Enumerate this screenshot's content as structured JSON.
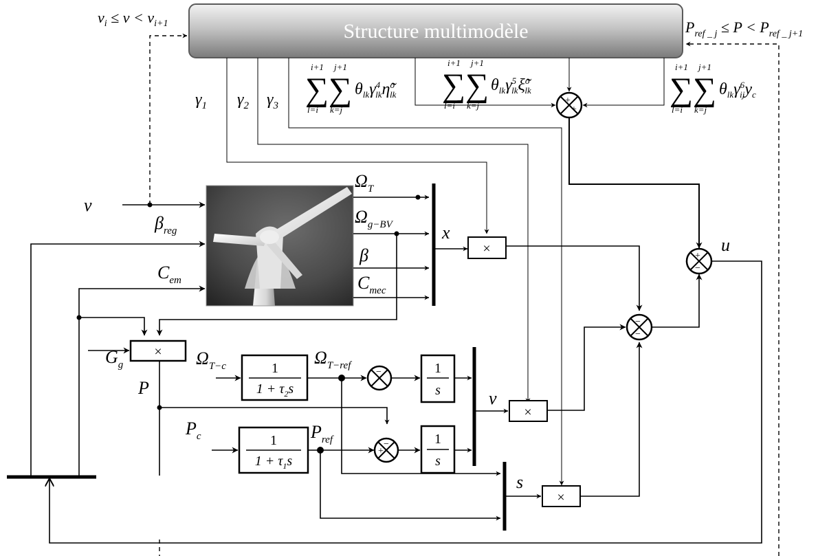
{
  "header": {
    "title": "Structure multimodèle",
    "wind_range_condition": "v_i ≤ v < v_{i+1}",
    "power_range_condition": "P_{ref_j} ≤ P < P_{ref_j+1}"
  },
  "gain_labels": {
    "gamma1": "γ1",
    "gamma2": "γ2",
    "gamma3": "γ3"
  },
  "sum_terms": {
    "term4": "Σ_{l=i}^{i+1} Σ_{k=j}^{j+1} θ_lk γ^4_lk η̃^o_lk",
    "term5": "Σ_{l=i}^{i+1} Σ_{k=j}^{j+1} θ_lk γ^5_lk ξ̃^o_lk",
    "term6": "Σ_{l=i}^{i+1} Σ_{k=j}^{j+1} θ_lk γ^6_ij y_c"
  },
  "inputs": {
    "wind": "v",
    "pitch_reg": "β_reg",
    "torque_em": "C_em",
    "gain_g": "G_g",
    "speed_cmd": "Ω_T−c",
    "power_cmd": "P_c"
  },
  "turbine_outputs": {
    "omega_t": "Ω_T",
    "omega_g_bv": "Ω_g−BV",
    "beta": "β",
    "c_mec": "C_mec"
  },
  "signals": {
    "x": "x",
    "v": "v",
    "s": "s",
    "u": "u",
    "P": "P",
    "omega_t_ref": "Ω_T−ref",
    "p_ref": "P_ref"
  },
  "blocks": {
    "multiply_symbol": "×",
    "filter_tau2": {
      "numerator": "1",
      "denominator": "1 + τ2 s"
    },
    "filter_tau1": {
      "numerator": "1",
      "denominator": "1 + τ1 s"
    },
    "integrator_1": {
      "numerator": "1",
      "denominator": "s"
    },
    "integrator_2": {
      "numerator": "1",
      "denominator": "s"
    }
  },
  "icons": {
    "turbine": "wind-turbine-photo",
    "summing": "summing-junction-icon"
  },
  "colors": {
    "header_fill_top": "#e8e8e8",
    "header_fill_bottom": "#8c8c8c",
    "header_text": "#ffffff",
    "lines": "#000000"
  }
}
